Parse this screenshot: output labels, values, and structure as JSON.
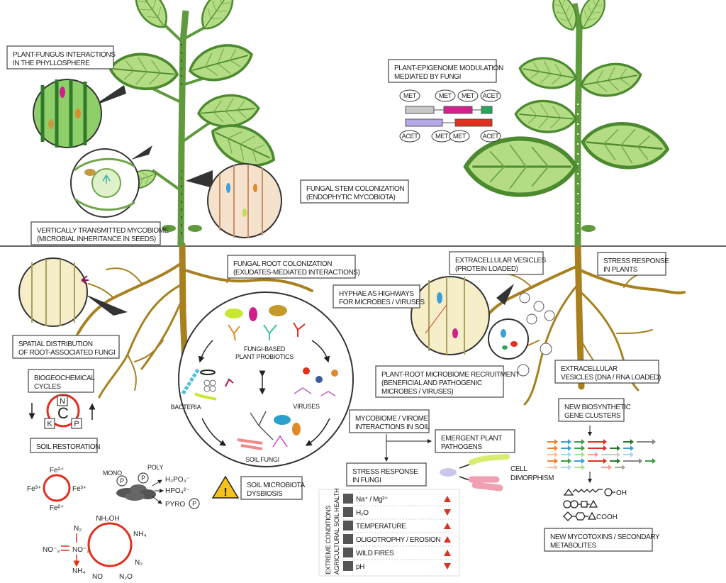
{
  "labels": {
    "phyllosphere": [
      "PLANT-FUNGUS INTERACTIONS",
      "IN THE PHYLLOSPHERE"
    ],
    "epigenome": [
      "PLANT-EPIGENOME MODULATION",
      "MEDIATED BY FUNGI"
    ],
    "stem": [
      "FUNGAL STEM COLONIZATION",
      "(ENDOPHYTIC MYCOBIOTA)"
    ],
    "seeds": [
      "VERTICALLY TRANSMITTED MYCOBIOME",
      "(MICROBIAL INHERITANCE IN SEEDS)"
    ],
    "root_colonization": [
      "FUNGAL ROOT COLONIZATION",
      "(EXUDATES-MEDIATED INTERACTIONS)"
    ],
    "ev_protein": [
      "EXTRACELLULAR VESICLES",
      "(PROTEIN LOADED)"
    ],
    "stress_plants": [
      "STRESS RESPONSE",
      "IN PLANTS"
    ],
    "hyphae": [
      "HYPHAE AS HIGHWAYS",
      "FOR MICROBES / VIRUSES"
    ],
    "spatial": [
      "SPATIAL DISTRIBUTION",
      "OF ROOT-ASSOCIATED FUNGI"
    ],
    "recruitment": [
      "PLANT-ROOT MICROBIOME RECRUITMENT",
      "(BENEFICIAL AND PATHOGENIC",
      "MICROBES / VIRUSES)"
    ],
    "ev_dna": [
      "EXTRACELLULAR",
      "VESICLES (DNA / RNA LOADED)"
    ],
    "biogeo": [
      "BIOGEOCHEMICAL",
      "CYCLES"
    ],
    "bgc": [
      "NEW BIOSYNTHETIC",
      "GENE CLUSTERS"
    ],
    "myco_virome": [
      "MYCOBIOME / VIROME",
      "INTERACTIONS IN SOIL"
    ],
    "pathogens": [
      "EMERGENT PLANT",
      "PATHOGENS"
    ],
    "soil_restoration": [
      "SOIL RESTORATION"
    ],
    "stress_fungi": [
      "STRESS RESPONSE",
      "IN FUNGI"
    ],
    "dysbiosis": [
      "SOIL MICROBIOTA",
      "DYSBIOSIS"
    ],
    "mycotoxins": [
      "NEW MYCOTOXINS / SECONDARY",
      "METABOLITES"
    ],
    "cell_dimorphism": [
      "CELL",
      "DIMORPHISM"
    ]
  },
  "circle": {
    "probiotics": [
      "FUNGI-BASED",
      "PLANT PROBIOTICS"
    ],
    "bacteria": "BACTERIA",
    "viruses": "VIRUSES",
    "soil_fungi": "SOIL FUNGI"
  },
  "epigenome_marks": {
    "top": [
      "MET",
      "MET",
      "MET",
      "ACET"
    ],
    "bottom": [
      "ACET",
      "MET",
      "MET",
      "ACET"
    ],
    "top_colors": [
      "#c8c8c8",
      "#d4208c",
      "#2aa65a"
    ],
    "bottom_colors": [
      "#b6a8e6",
      "#e0301e"
    ]
  },
  "cnpk": {
    "center": "C",
    "n": "N",
    "k": "K",
    "p": "P"
  },
  "iron": {
    "top": "Fe²⁺",
    "right": "Fe³⁺",
    "bottom": "Fe²⁺",
    "left": "Fe³⁺"
  },
  "phosphate": {
    "mono": "MONO",
    "poly": "POLY",
    "p": "P",
    "products": [
      "H₂PO₄⁻",
      "HPO₄²⁻",
      "PYRO"
    ]
  },
  "nitrogen": {
    "no3": "NO⁻₃",
    "no2": "NO⁻₂",
    "n2_top": "N₂",
    "nh4_bottom": "NH₄",
    "cycle": [
      "NH₂OH",
      "NH₄",
      "N₂",
      "N₂O",
      "NO"
    ]
  },
  "stress_table": {
    "title_lines": [
      "EXTREME CONDITIONS",
      "AGRICULTURAL SOIL HEALTH"
    ],
    "rows": [
      {
        "label": "Na⁺ / Mg²⁺",
        "trend": "up"
      },
      {
        "label": "H₂O",
        "trend": "down"
      },
      {
        "label": "TEMPERATURE",
        "trend": "up"
      },
      {
        "label": "OLIGOTROPHY / EROSION",
        "trend": "up"
      },
      {
        "label": "WILD FIRES",
        "trend": "up"
      },
      {
        "label": "pH",
        "trend": "down"
      }
    ]
  },
  "metabolites": {
    "oh": "OH",
    "cooh": "COOH"
  },
  "colors": {
    "leaf": "#b3dc84",
    "leaf_edge": "#4c8a30",
    "stem": "#5f9a3c",
    "root": "#a8801f",
    "accent_red": "#e0301e"
  }
}
